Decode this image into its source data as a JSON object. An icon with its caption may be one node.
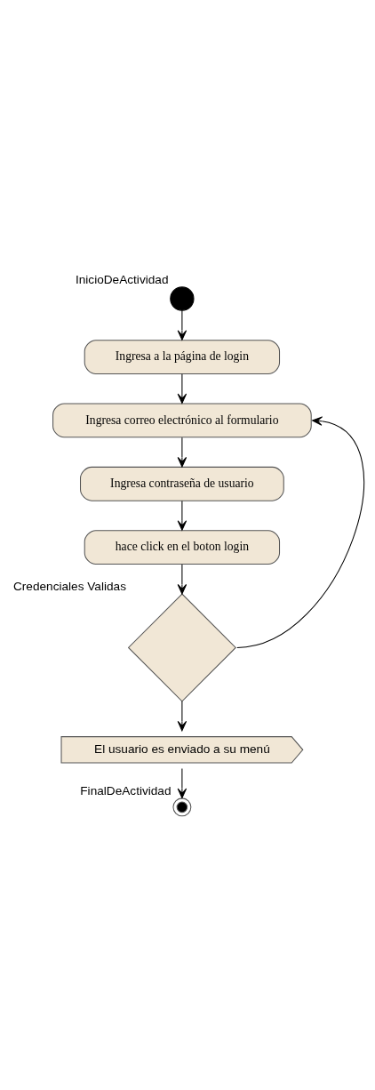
{
  "diagram": {
    "nodes": [
      {
        "text": [],
        "shape": "circle",
        "beside": [
          "InicioDeActividad"
        ]
      },
      {
        "text": [
          "Ingresa a la página de login"
        ]
      },
      {
        "text": [
          "Ingresa correo electrónico al formulario"
        ]
      },
      {
        "text": [
          "Ingresa contraseña de usuario"
        ]
      },
      {
        "text": [
          "hace click en el boton login"
        ]
      },
      {
        "text": [],
        "shape": "diamond",
        "beside": [
          "Credenciales Validas"
        ]
      },
      {
        "text": [
          "El usuario es enviado a su menú"
        ]
      },
      {
        "text": [],
        "shape": "circle",
        "beside": [
          "FinalDeActividad"
        ]
      }
    ],
    "edges": [
      {
        "from": 0,
        "to": 1,
        "arrow": "to"
      },
      {
        "from": 1,
        "to": 2,
        "arrow": "to"
      },
      {
        "from": 2,
        "to": 3,
        "arrow": "to"
      },
      {
        "from": 3,
        "to": 4,
        "arrow": "to"
      },
      {
        "from": 4,
        "to": 5,
        "arrow": "to"
      },
      {
        "from": 5,
        "to": 6,
        "arrow": "to"
      },
      {
        "from": 6,
        "to": 7,
        "arrow": "to"
      },
      {
        "from": 5,
        "to": 2,
        "arrow": "to"
      }
    ]
  }
}
